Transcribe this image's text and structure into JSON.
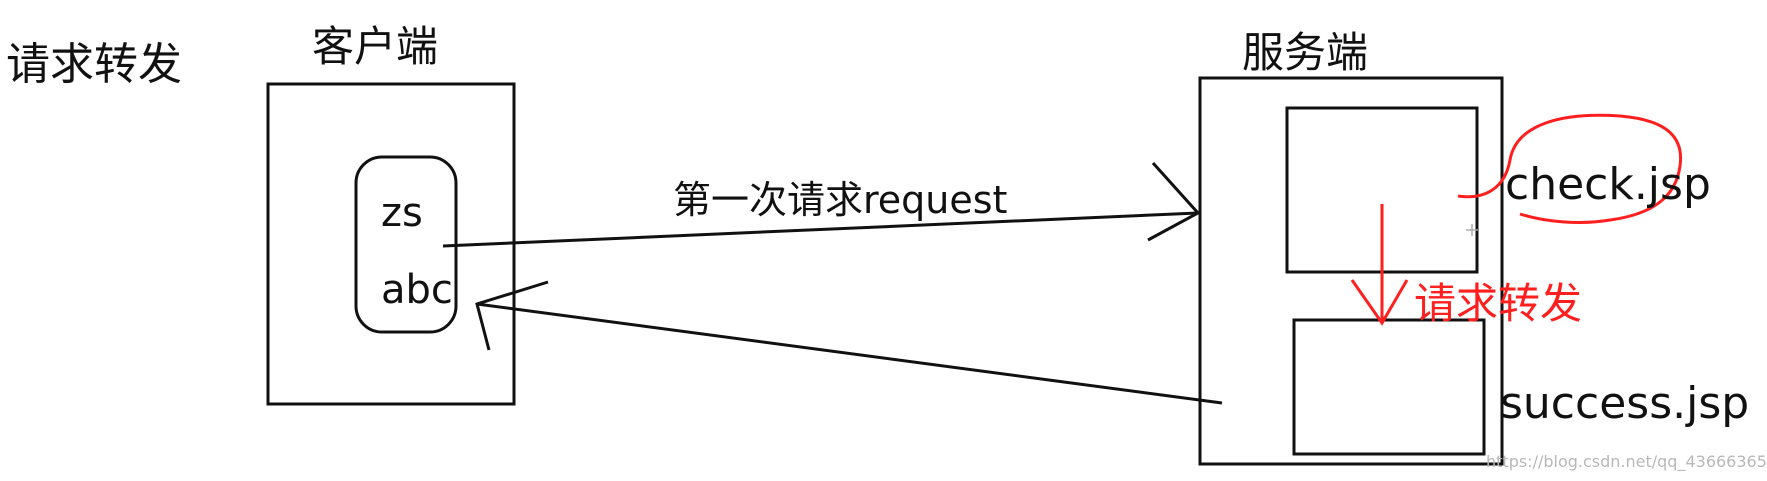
{
  "title": "请求转发",
  "client": {
    "label": "客户端",
    "fields": [
      "zs",
      "abc"
    ]
  },
  "server": {
    "label": "服务端",
    "page1": "check.jsp",
    "page2": "success.jsp"
  },
  "request_arrow_label": "第一次请求request",
  "forward_label": "请求转发",
  "watermark": "https://blog.csdn.net/qq_43666365",
  "colors": {
    "ink": "#111111",
    "annotation": "#ff1f1f",
    "watermark": "#b8b8b8"
  }
}
